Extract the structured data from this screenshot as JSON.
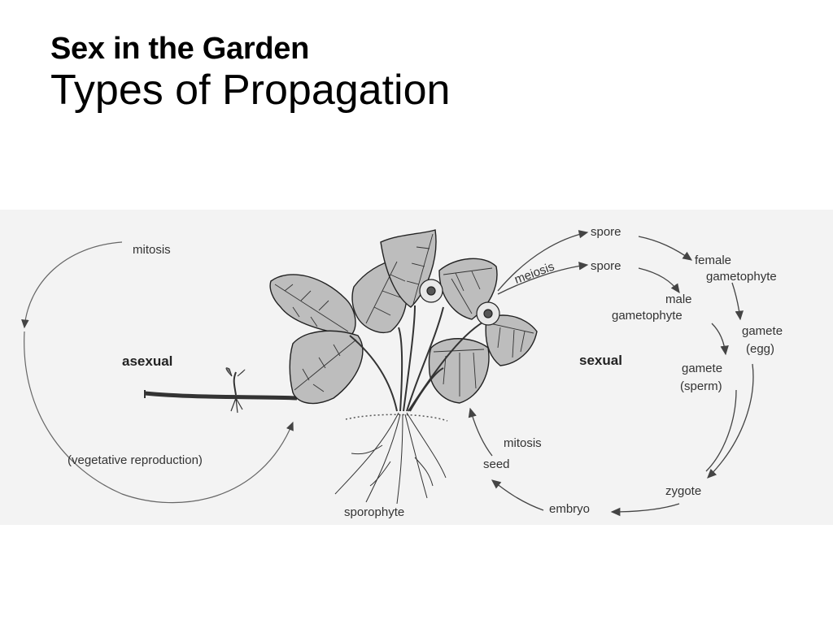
{
  "slide": {
    "subtitle": "Sex in the Garden",
    "title": "Types of Propagation"
  },
  "diagram": {
    "labels": {
      "mitosis_top": "mitosis",
      "asexual": "asexual",
      "vegetative": "(vegetative reproduction)",
      "sporophyte": "sporophyte",
      "meiosis": "meiosis",
      "spore_1": "spore",
      "spore_2": "spore",
      "female_gametophyte_line1": "female",
      "female_gametophyte_line2": "gametophyte",
      "male_gametophyte_line1": "male",
      "male_gametophyte_line2": "gametophyte",
      "gamete_egg_line1": "gamete",
      "gamete_egg_line2": "(egg)",
      "gamete_sperm_line1": "gamete",
      "gamete_sperm_line2": "(sperm)",
      "sexual": "sexual",
      "zygote": "zygote",
      "embryo": "embryo",
      "seed": "seed",
      "mitosis_bottom": "mitosis"
    },
    "plant_icon": "strawberry-plant-illustration"
  }
}
